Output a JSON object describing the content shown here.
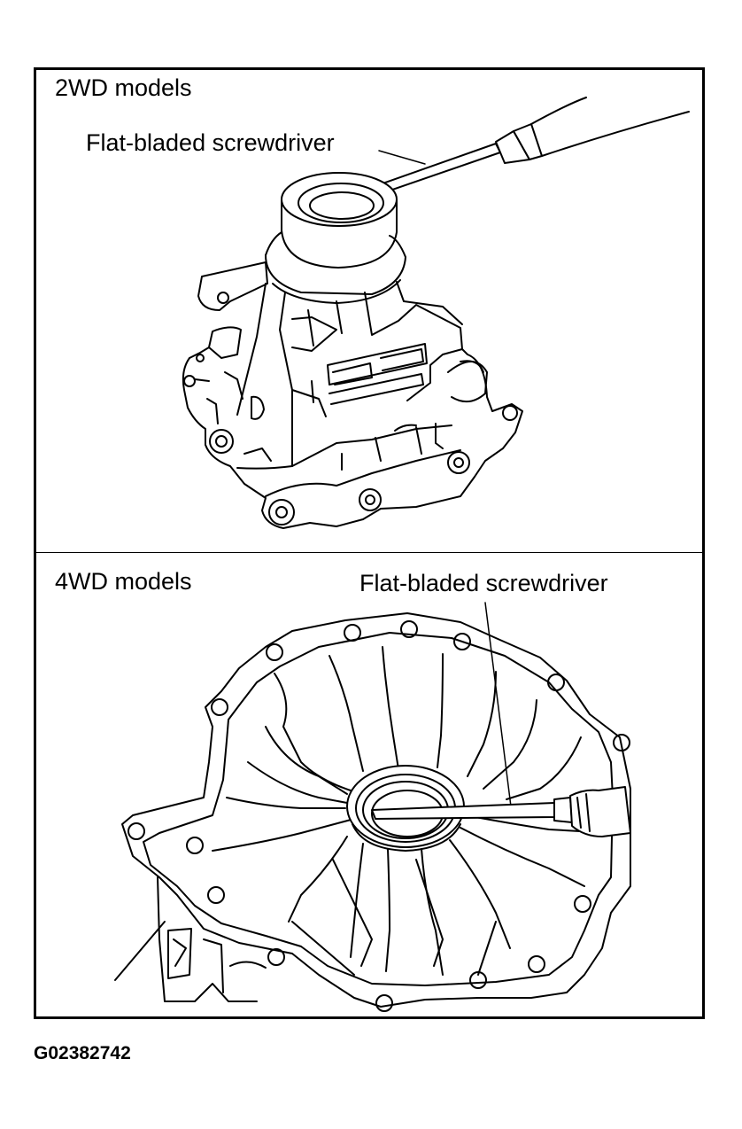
{
  "panels": [
    {
      "title": "2WD models",
      "callout": "Flat-bladed screwdriver"
    },
    {
      "title": "4WD models",
      "callout": "Flat-bladed screwdriver"
    }
  ],
  "figure_code": "G02382742"
}
